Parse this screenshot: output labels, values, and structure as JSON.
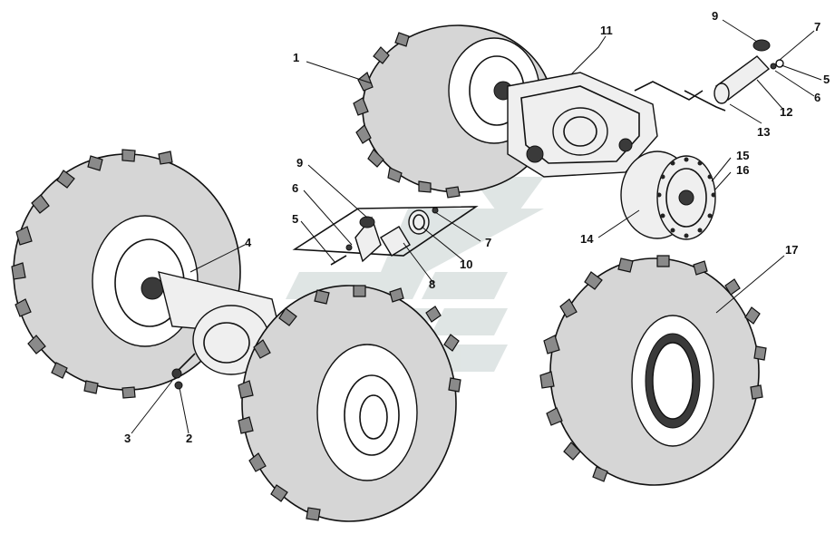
{
  "figure": {
    "callouts": [
      {
        "id": "c1",
        "label": "1"
      },
      {
        "id": "c11",
        "label": "11"
      },
      {
        "id": "c9a",
        "label": "9"
      },
      {
        "id": "c7a",
        "label": "7"
      },
      {
        "id": "c5a",
        "label": "5"
      },
      {
        "id": "c6a",
        "label": "6"
      },
      {
        "id": "c12",
        "label": "12"
      },
      {
        "id": "c13",
        "label": "13"
      },
      {
        "id": "c15",
        "label": "15"
      },
      {
        "id": "c16",
        "label": "16"
      },
      {
        "id": "c14",
        "label": "14"
      },
      {
        "id": "c9b",
        "label": "9"
      },
      {
        "id": "c6b",
        "label": "6"
      },
      {
        "id": "c5b",
        "label": "5"
      },
      {
        "id": "c7b",
        "label": "7"
      },
      {
        "id": "c10",
        "label": "10"
      },
      {
        "id": "c8",
        "label": "8"
      },
      {
        "id": "c4",
        "label": "4"
      },
      {
        "id": "c3",
        "label": "3"
      },
      {
        "id": "c2",
        "label": "2"
      },
      {
        "id": "c17",
        "label": "17"
      }
    ],
    "colors": {
      "ink": "#111111",
      "tire_fill": "#d6d6d6",
      "tread_fill": "#8a8a8a",
      "watermark": "#bfc9c9"
    }
  }
}
